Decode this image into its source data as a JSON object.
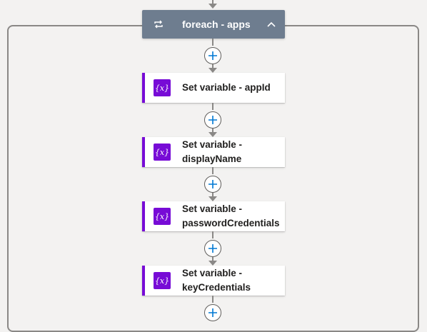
{
  "loop": {
    "title": "foreach - apps",
    "icon": "loop-icon",
    "collapse_icon": "chevron-up-icon",
    "header_color": "#6e7d8f"
  },
  "steps": [
    {
      "title": "Set variable - appId",
      "icon_text": "{x}",
      "icon": "variable-icon"
    },
    {
      "title": "Set variable -\ndisplayName",
      "icon_text": "{x}",
      "icon": "variable-icon"
    },
    {
      "title": "Set variable -\npasswordCredentials",
      "icon_text": "{x}",
      "icon": "variable-icon"
    },
    {
      "title": "Set variable -\nkeyCredentials",
      "icon_text": "{x}",
      "icon": "variable-icon"
    }
  ],
  "colors": {
    "accent": "#770bd6",
    "add_plus": "#0078d4",
    "connector": "#8a8886",
    "canvas": "#f3f2f1"
  }
}
